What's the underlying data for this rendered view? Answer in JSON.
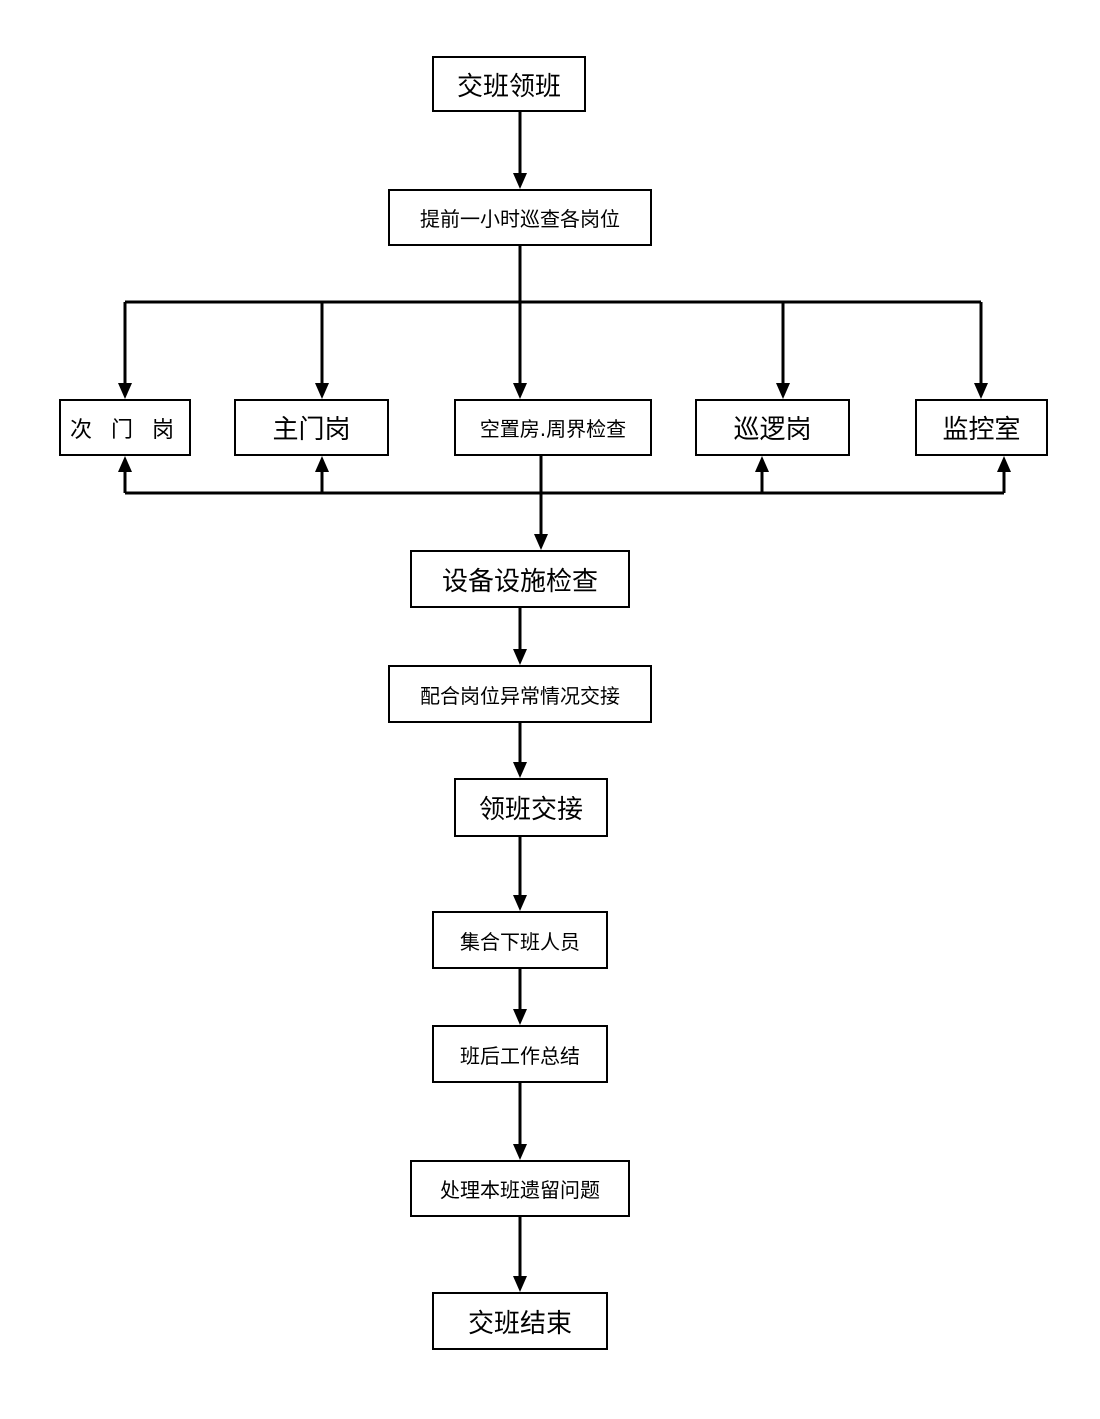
{
  "diagram": {
    "nodes": {
      "start": "交班领班",
      "patrol": "提前一小时巡查各岗位",
      "secondary_gate": "次 门 岗",
      "main_gate": "主门岗",
      "vacant_rooms": "空置房.周界检查",
      "patrol_post": "巡逻岗",
      "monitor_room": "监控室",
      "equipment_check": "设备设施检查",
      "post_handover": "配合岗位异常情况交接",
      "leader_handover": "领班交接",
      "assemble": "集合下班人员",
      "summary": "班后工作总结",
      "leftover": "处理本班遗留问题",
      "end": "交班结束"
    }
  }
}
